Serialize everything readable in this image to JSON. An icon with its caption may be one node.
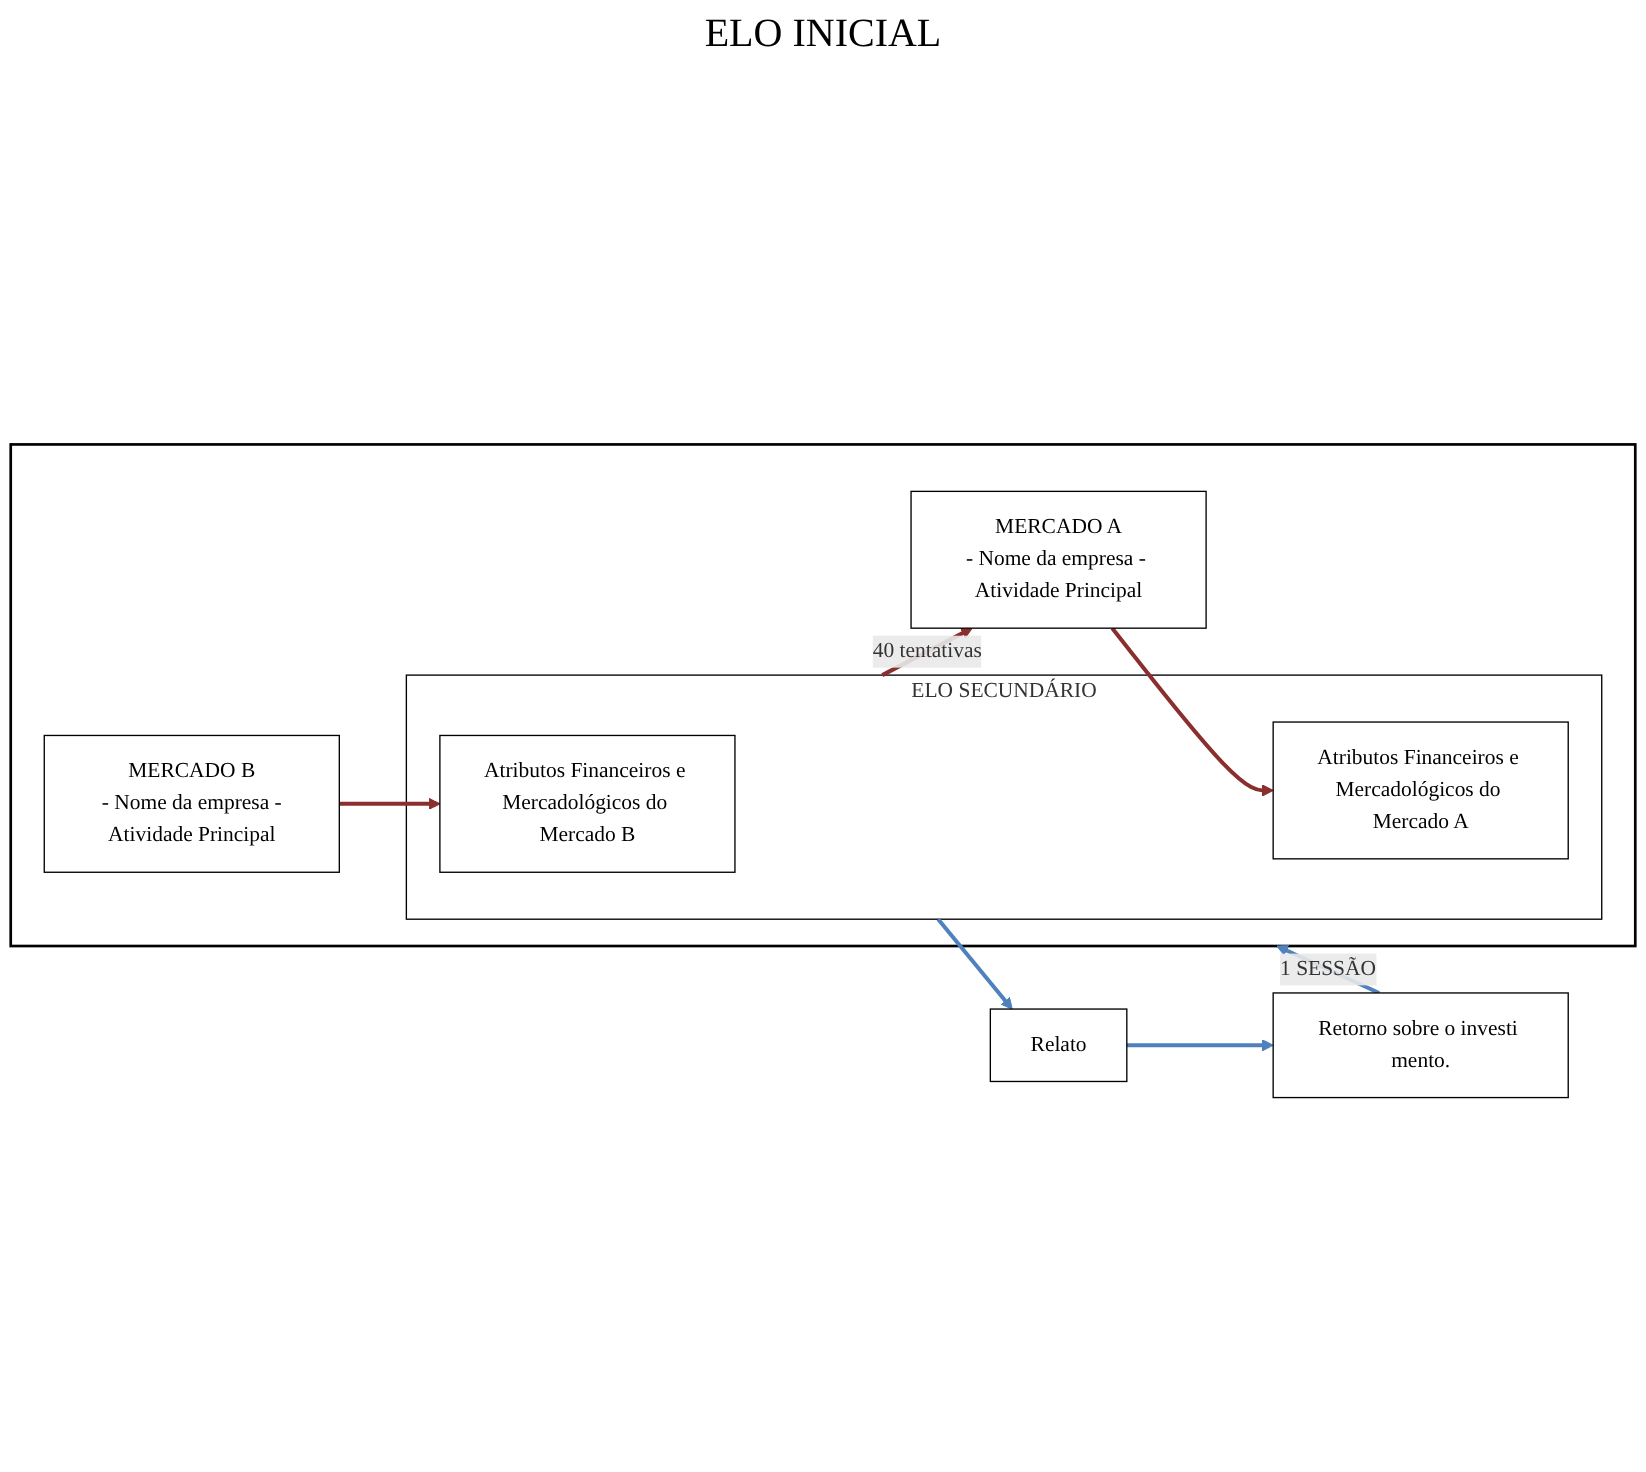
{
  "diagram": {
    "nodes": [
      {
        "text": [],
        "shape": "box"
      },
      {
        "text": [
          "MERCADO A",
          "- Nome da empresa - Atividade Principal"
        ],
        "in": 0
      },
      {
        "text": [
          "MERCADO B",
          "- Nome da empresa -Atividade Principal"
        ],
        "in": 0
      },
      {
        "text": [
          "ELO SECUNDÁRIO"
        ],
        "in": 0
      },
      {
        "text": [
          "Atributos Financeiros e Mercadológicos do Mercado B"
        ],
        "in": 3
      },
      {
        "text": [
          "Atributos Financeiros e Mercadológicos do Mercado A"
        ],
        "in": 3
      },
      {
        "text": [
          "Relato"
        ]
      },
      {
        "text": [
          "Retorno sobre o investi mento."
        ]
      }
    ],
    "edges": [
      {
        "from": 2,
        "to": 4,
        "arrow": "to",
        "color": "#8b2e2e"
      },
      {
        "from": 1,
        "to": 5,
        "arrow": "to",
        "color": "#8b2e2e"
      },
      {
        "from": 3,
        "to": 1,
        "arrow": "to",
        "label": "40 tentativas",
        "color": "#8b2e2e"
      },
      {
        "from": 3,
        "to": 6,
        "arrow": "to",
        "color": "#4f81bd"
      },
      {
        "from": 6,
        "to": 7,
        "arrow": "to",
        "color": "#4f81bd"
      },
      {
        "from": 7,
        "to": 0,
        "arrow": "to",
        "label": "1 SESSÃO",
        "color": "#4f81bd"
      }
    ],
    "labels": [
      "ELO INICIAL"
    ]
  }
}
